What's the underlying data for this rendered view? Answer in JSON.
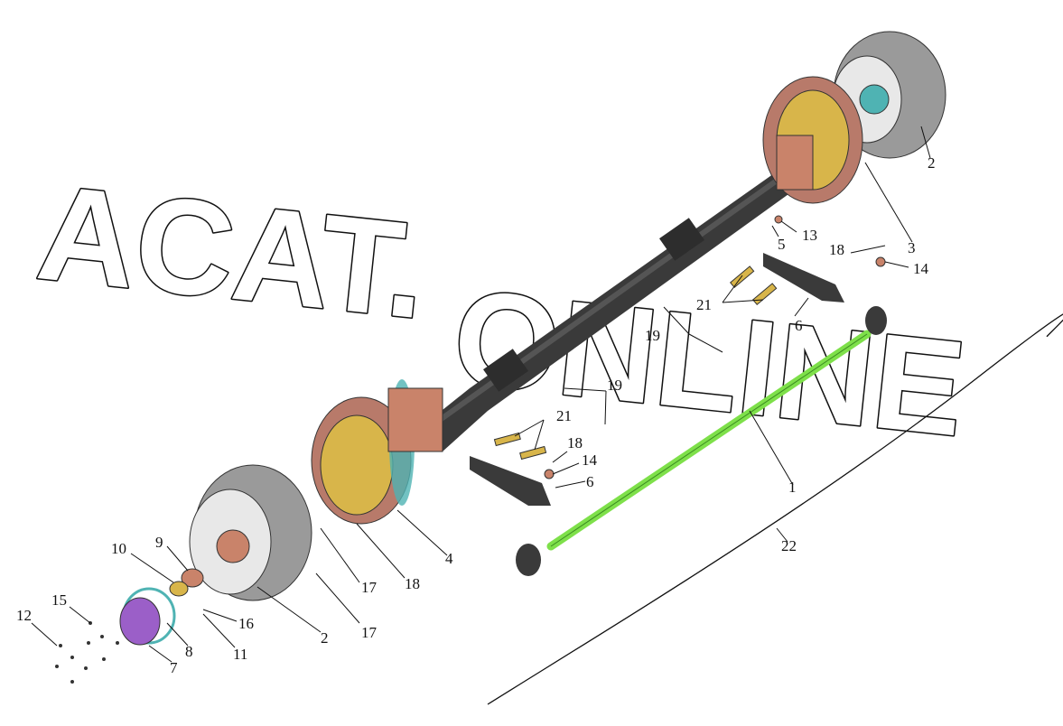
{
  "watermark": {
    "line1": "ACAT.",
    "line2": "ONLINE"
  },
  "callouts": [
    {
      "id": "c1",
      "text": "1"
    },
    {
      "id": "c2a",
      "text": "2"
    },
    {
      "id": "c2b",
      "text": "2"
    },
    {
      "id": "c3",
      "text": "3"
    },
    {
      "id": "c4",
      "text": "4"
    },
    {
      "id": "c5",
      "text": "5"
    },
    {
      "id": "c6a",
      "text": "6"
    },
    {
      "id": "c6b",
      "text": "6"
    },
    {
      "id": "c7",
      "text": "7"
    },
    {
      "id": "c8",
      "text": "8"
    },
    {
      "id": "c9",
      "text": "9"
    },
    {
      "id": "c10",
      "text": "10"
    },
    {
      "id": "c11",
      "text": "11"
    },
    {
      "id": "c12",
      "text": "12"
    },
    {
      "id": "c13",
      "text": "13"
    },
    {
      "id": "c14a",
      "text": "14"
    },
    {
      "id": "c14b",
      "text": "14"
    },
    {
      "id": "c15",
      "text": "15"
    },
    {
      "id": "c16",
      "text": "16"
    },
    {
      "id": "c17a",
      "text": "17"
    },
    {
      "id": "c17b",
      "text": "17"
    },
    {
      "id": "c18a",
      "text": "18"
    },
    {
      "id": "c18b",
      "text": "18"
    },
    {
      "id": "c18c",
      "text": "18"
    },
    {
      "id": "c19a",
      "text": "19"
    },
    {
      "id": "c19b",
      "text": "19"
    },
    {
      "id": "c21a",
      "text": "21"
    },
    {
      "id": "c21b",
      "text": "21"
    },
    {
      "id": "c22",
      "text": "22"
    }
  ],
  "colors": {
    "tie_rod": "#7ee04a",
    "axle_beam": "#3a3a3a",
    "brake_drum": "#9a9a9a",
    "brake_lining": "#b87a6a",
    "hub_flange": "#4fb3b3",
    "hub_cap": "#9b5fc8",
    "knuckle": "#c9836a",
    "shoe_yellow": "#d8b54a"
  }
}
